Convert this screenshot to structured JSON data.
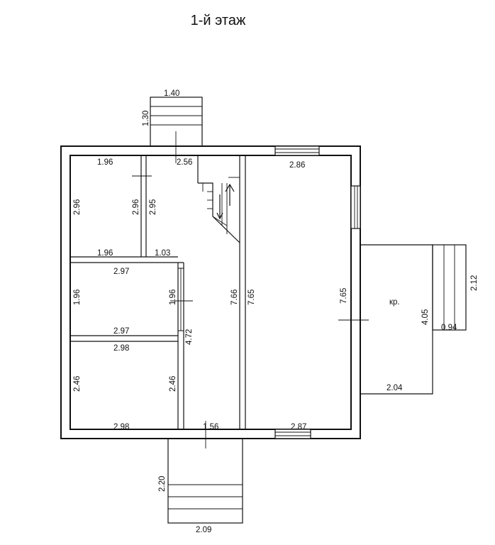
{
  "title": "1-й этаж",
  "labels": {
    "porch_top_w": "1.40",
    "porch_top_h": "1.30",
    "r1_w": "1.96",
    "hall_w": "2.56",
    "big_top_w": "2.86",
    "r1_h": "2.96",
    "r2_h_a": "2.96",
    "r2_h_b": "2.95",
    "r1_bottom_w": "1.96",
    "r2_bottom_w": "1.03",
    "r3_top_w": "2.97",
    "r3_left_h": "1.96",
    "r3_right_h": "1.96",
    "r3_bottom_w": "2.97",
    "r4_top_w": "2.98",
    "corr_h": "4.72",
    "stair_h": "7.66",
    "big_left_h": "7.65",
    "big_right_h": "7.65",
    "kr": "кр.",
    "terr_w": "2.12",
    "terr_h": "4.05",
    "terr_step_w": "0.94",
    "terr_bottom_w": "2.04",
    "r4_left_h": "2.46",
    "r4_right_h": "2.46",
    "r4_bottom_w": "2.98",
    "corr_bottom_w": "1.56",
    "big_bottom_w": "2.87",
    "porch_bot_h": "2.20",
    "porch_bot_w": "2.09"
  }
}
